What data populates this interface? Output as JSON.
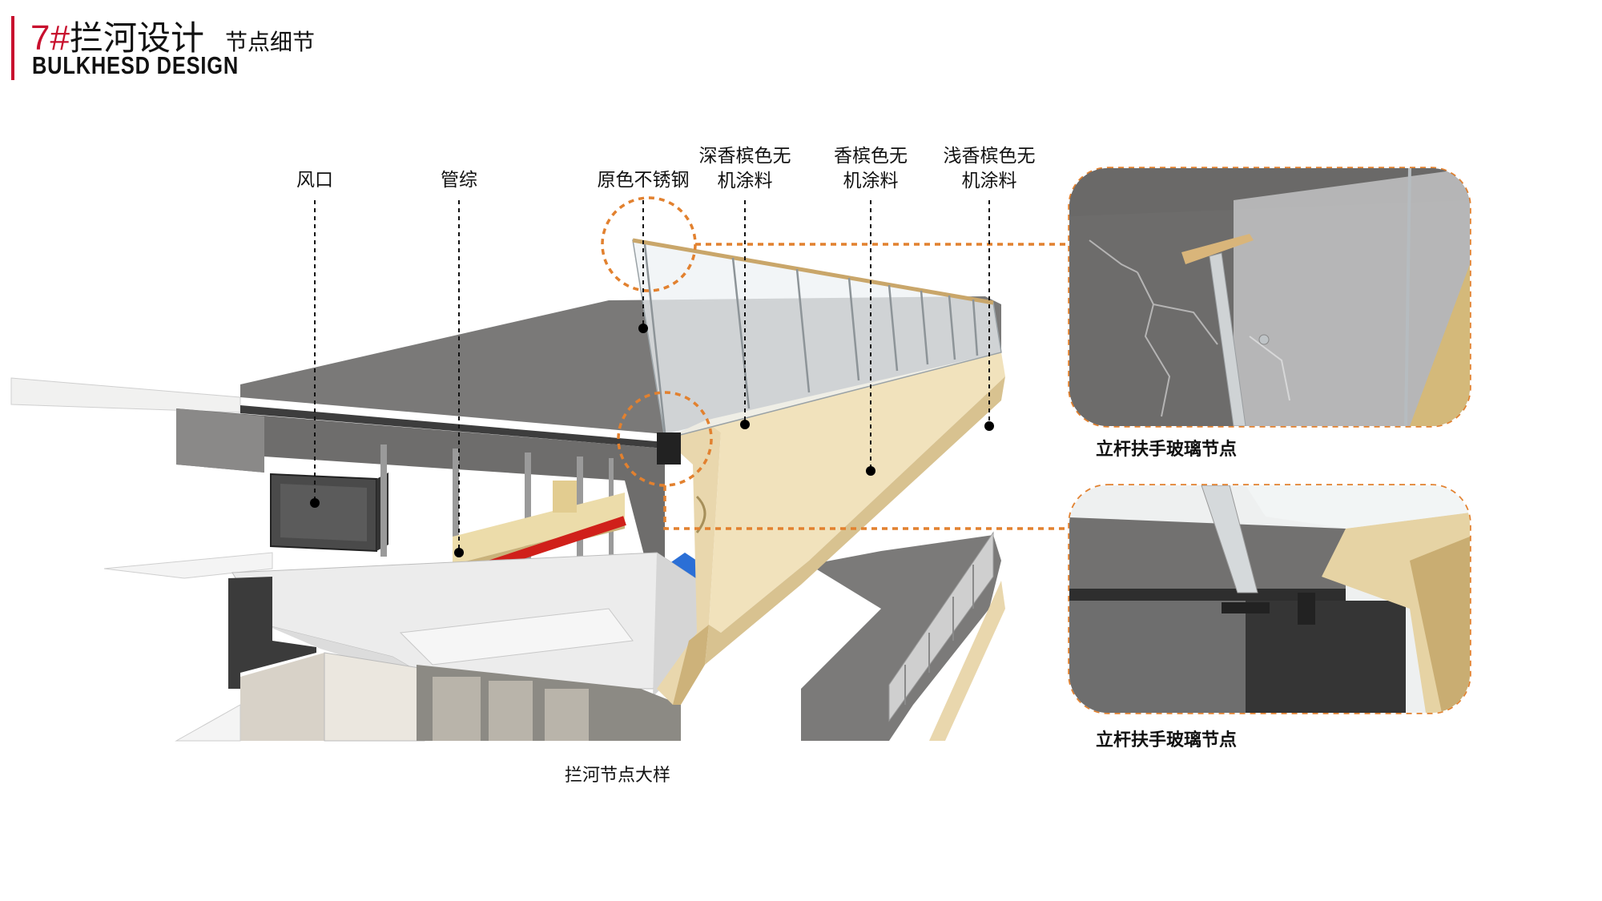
{
  "header": {
    "title_number": "7#",
    "title_main": "拦河设计",
    "title_sub": "节点细节",
    "title_en": "BULKHESD DESIGN"
  },
  "labels": {
    "air_vent": "风口",
    "pipes": "管综",
    "stainless": "原色不锈钢",
    "dark_coating_l1": "深香槟色无",
    "dark_coating_l2": "机涂料",
    "champagne_l1": "香槟色无",
    "champagne_l2": "机涂料",
    "light_coating_l1": "浅香槟色无",
    "light_coating_l2": "机涂料"
  },
  "captions": {
    "detail_top": "立杆扶手玻璃节点",
    "detail_bottom": "立杆扶手玻璃节点",
    "main": "拦河节点大样"
  },
  "colors": {
    "accent_red": "#c8102e",
    "callout_orange": "#e2812f",
    "cladding": "#e9d7ad",
    "stone": "#7c7b7a"
  }
}
